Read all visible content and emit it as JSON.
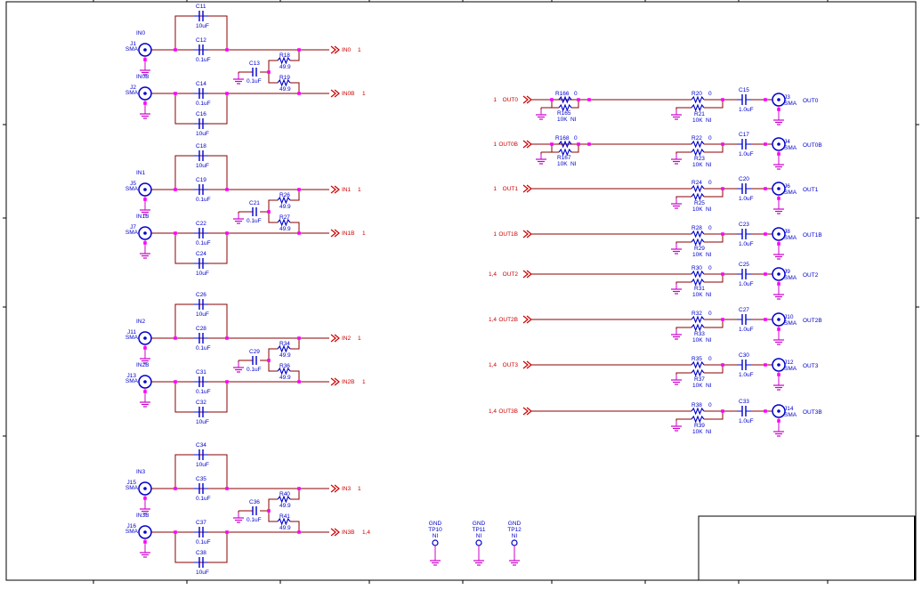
{
  "colors": {
    "wire": "#8b0000",
    "part": "#0000cc",
    "label": "#cc0000",
    "junction": "#ff00ff",
    "ground": "#cc00cc",
    "connector": "#0000cc",
    "border": "#000000"
  },
  "inputs": [
    {
      "p_name": "IN0",
      "p_ref": "J1",
      "p_type": "SMA",
      "n_name": "IN0B",
      "n_ref": "J2",
      "n_type": "SMA",
      "caps": [
        {
          "ref": "C11",
          "value": "10uF"
        },
        {
          "ref": "C12",
          "value": "0.1uF"
        },
        {
          "ref": "C14",
          "value": "0.1uF"
        },
        {
          "ref": "C16",
          "value": "10uF"
        }
      ],
      "bias_cap": {
        "ref": "C13",
        "value": "0.1uF"
      },
      "r_top": {
        "ref": "R18",
        "value": "49.9"
      },
      "r_bot": {
        "ref": "R19",
        "value": "49.9"
      },
      "p_net": "IN0",
      "p_page": "1",
      "n_net": "IN0B",
      "n_page": "1"
    },
    {
      "p_name": "IN1",
      "p_ref": "J5",
      "p_type": "SMA",
      "n_name": "IN1B",
      "n_ref": "J7",
      "n_type": "SMA",
      "caps": [
        {
          "ref": "C18",
          "value": "10uF"
        },
        {
          "ref": "C19",
          "value": "0.1uF"
        },
        {
          "ref": "C22",
          "value": "0.1uF"
        },
        {
          "ref": "C24",
          "value": "10uF"
        }
      ],
      "bias_cap": {
        "ref": "C21",
        "value": "0.1uF"
      },
      "r_top": {
        "ref": "R26",
        "value": "49.9"
      },
      "r_bot": {
        "ref": "R27",
        "value": "49.9"
      },
      "p_net": "IN1",
      "p_page": "1",
      "n_net": "IN1B",
      "n_page": "1"
    },
    {
      "p_name": "IN2",
      "p_ref": "J11",
      "p_type": "SMA",
      "n_name": "IN2B",
      "n_ref": "J13",
      "n_type": "SMA",
      "caps": [
        {
          "ref": "C26",
          "value": "10uF"
        },
        {
          "ref": "C28",
          "value": "0.1uF"
        },
        {
          "ref": "C31",
          "value": "0.1uF"
        },
        {
          "ref": "C32",
          "value": "10uF"
        }
      ],
      "bias_cap": {
        "ref": "C29",
        "value": "0.1uF"
      },
      "r_top": {
        "ref": "R34",
        "value": "49.9"
      },
      "r_bot": {
        "ref": "R36",
        "value": "49.9"
      },
      "p_net": "IN2",
      "p_page": "1",
      "n_net": "IN2B",
      "n_page": "1"
    },
    {
      "p_name": "IN3",
      "p_ref": "J15",
      "p_type": "SMA",
      "n_name": "IN3B",
      "n_ref": "J16",
      "n_type": "SMA",
      "caps": [
        {
          "ref": "C34",
          "value": "10uF"
        },
        {
          "ref": "C35",
          "value": "0.1uF"
        },
        {
          "ref": "C37",
          "value": "0.1uF"
        },
        {
          "ref": "C38",
          "value": "10uF"
        }
      ],
      "bias_cap": {
        "ref": "C36",
        "value": "0.1uF"
      },
      "r_top": {
        "ref": "R40",
        "value": "49.9"
      },
      "r_bot": {
        "ref": "R41",
        "value": "49.9"
      },
      "p_net": "IN3",
      "p_page": "1",
      "n_net": "IN3B",
      "n_page": "1,4"
    }
  ],
  "outputs": [
    {
      "page": "1",
      "net": "OUT0",
      "extra": {
        "ra": "R166",
        "ra_val": "0",
        "rb": "R165",
        "rb_val": "10K",
        "rb_ni": "NI"
      },
      "r_ser": "R20",
      "r_ser_val": "0",
      "r_sh": "R21",
      "r_sh_val": "10K",
      "r_sh_ni": "NI",
      "cap": "C15",
      "cap_val": "1.0uF",
      "jref": "J3",
      "jtype": "SMA",
      "name": "OUT0"
    },
    {
      "page": "1",
      "net": "OUT0B",
      "extra": {
        "ra": "R168",
        "ra_val": "0",
        "rb": "R167",
        "rb_val": "10K",
        "rb_ni": "NI"
      },
      "r_ser": "R22",
      "r_ser_val": "0",
      "r_sh": "R23",
      "r_sh_val": "10K",
      "r_sh_ni": "NI",
      "cap": "C17",
      "cap_val": "1.0uF",
      "jref": "J4",
      "jtype": "SMA",
      "name": "OUT0B"
    },
    {
      "page": "1",
      "net": "OUT1",
      "extra": null,
      "r_ser": "R24",
      "r_ser_val": "0",
      "r_sh": "R25",
      "r_sh_val": "10K",
      "r_sh_ni": "NI",
      "cap": "C20",
      "cap_val": "1.0uF",
      "jref": "J6",
      "jtype": "SMA",
      "name": "OUT1"
    },
    {
      "page": "1",
      "net": "OUT1B",
      "extra": null,
      "r_ser": "R28",
      "r_ser_val": "0",
      "r_sh": "R29",
      "r_sh_val": "10K",
      "r_sh_ni": "NI",
      "cap": "C23",
      "cap_val": "1.0uF",
      "jref": "J8",
      "jtype": "SMA",
      "name": "OUT1B"
    },
    {
      "page": "1,4",
      "net": "OUT2",
      "extra": null,
      "r_ser": "R30",
      "r_ser_val": "0",
      "r_sh": "R31",
      "r_sh_val": "10K",
      "r_sh_ni": "NI",
      "cap": "C25",
      "cap_val": "1.0uF",
      "jref": "J9",
      "jtype": "SMA",
      "name": "OUT2"
    },
    {
      "page": "1,4",
      "net": "OUT2B",
      "extra": null,
      "r_ser": "R32",
      "r_ser_val": "0",
      "r_sh": "R33",
      "r_sh_val": "10K",
      "r_sh_ni": "NI",
      "cap": "C27",
      "cap_val": "1.0uF",
      "jref": "J10",
      "jtype": "SMA",
      "name": "OUT2B"
    },
    {
      "page": "1,4",
      "net": "OUT3",
      "extra": null,
      "r_ser": "R35",
      "r_ser_val": "0",
      "r_sh": "R37",
      "r_sh_val": "10K",
      "r_sh_ni": "NI",
      "cap": "C30",
      "cap_val": "1.0uF",
      "jref": "J12",
      "jtype": "SMA",
      "name": "OUT3"
    },
    {
      "page": "1,4",
      "net": "OUT3B",
      "extra": null,
      "r_ser": "R38",
      "r_ser_val": "0",
      "r_sh": "R39",
      "r_sh_val": "10K",
      "r_sh_ni": "NI",
      "cap": "C33",
      "cap_val": "1.0uF",
      "jref": "J14",
      "jtype": "SMA",
      "name": "OUT3B"
    }
  ],
  "testpoints": [
    {
      "net": "GND",
      "ref": "TP10",
      "ni": "NI"
    },
    {
      "net": "GND",
      "ref": "TP11",
      "ni": "NI"
    },
    {
      "net": "GND",
      "ref": "TP12",
      "ni": "NI"
    }
  ]
}
